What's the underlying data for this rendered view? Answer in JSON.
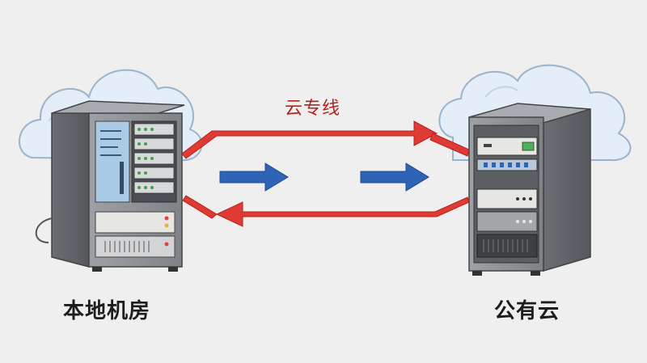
{
  "labels": {
    "local": "本地机房",
    "public": "公有云",
    "link": "云专线"
  },
  "colors": {
    "background": "#efefef",
    "link_arrow": "#e03a34",
    "link_label": "#b3231d",
    "flow_arrow": "#2f63b5",
    "cloud_fill": "#e4eef8",
    "cloud_stroke": "#9bb4cc",
    "rack_body": "#8f9296",
    "rack_side": "#6d7073",
    "screen": "#a9cbe6"
  },
  "icons": {
    "local_rack": "server-rack-icon",
    "public_rack": "server-rack-icon",
    "clouds": "cloud-icon",
    "flow_arrows": "arrow-right-icon"
  }
}
